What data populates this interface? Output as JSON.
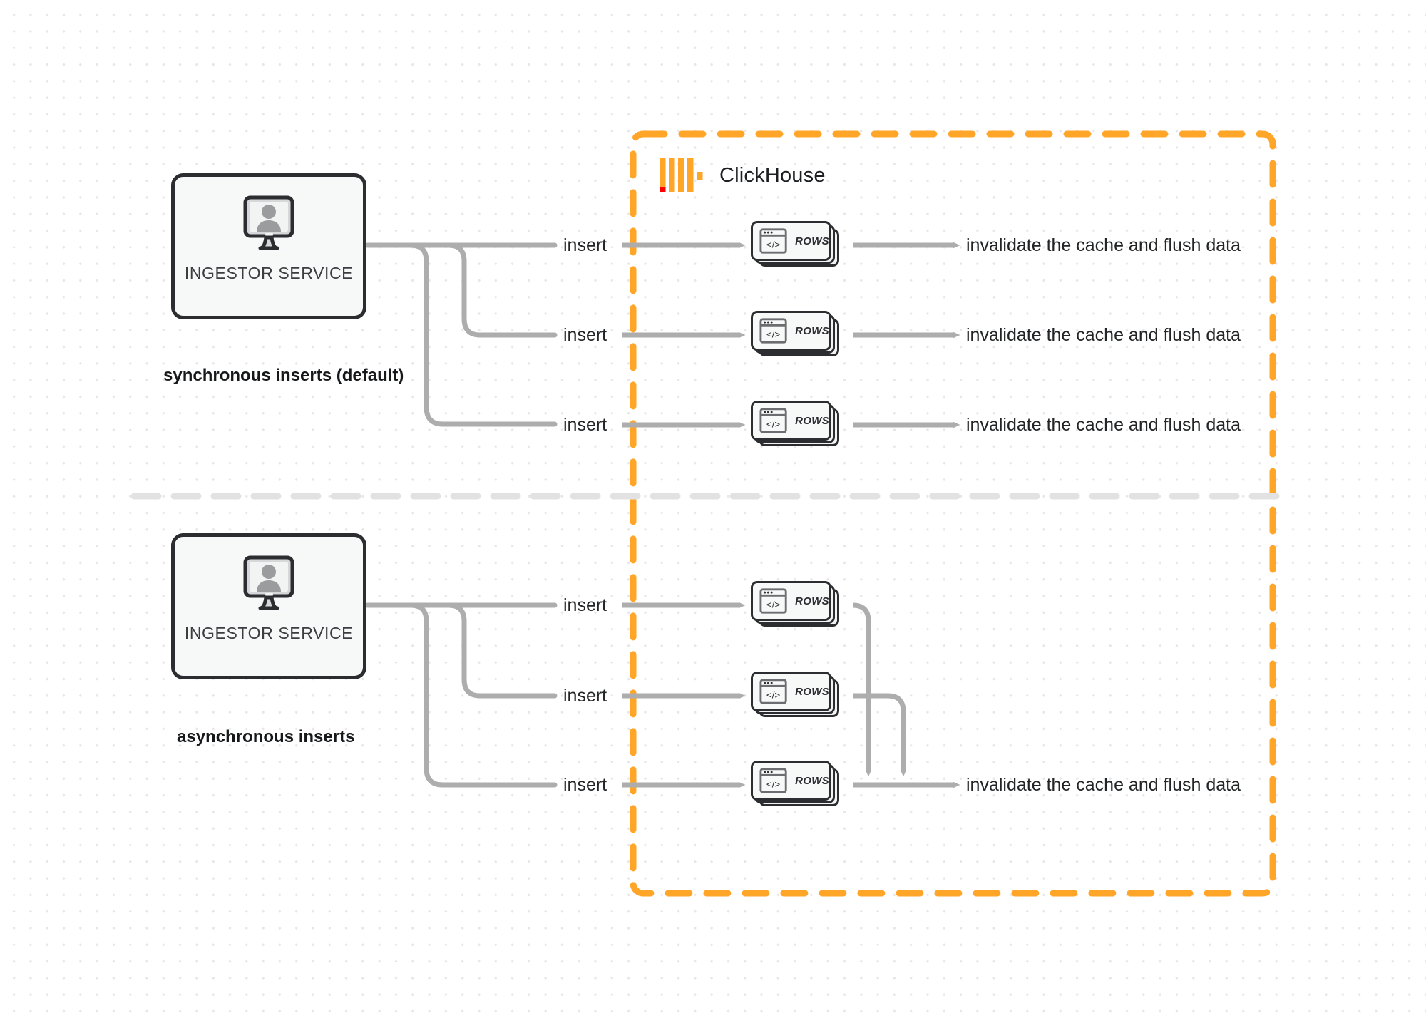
{
  "diagram": {
    "title": "ClickHouse synchronous vs asynchronous inserts",
    "colors": {
      "brand_orange": "#FFA527",
      "brand_red": "#FF0000",
      "connector_gray": "#ADADAD",
      "node_border": "#2b2d30",
      "node_fill": "#f7f8f8",
      "background": "#ffffff",
      "divider": "#e2e2e2"
    }
  },
  "boundary": {
    "name": "ClickHouse",
    "logo_icon": "clickhouse-logo-icon"
  },
  "sections": [
    {
      "id": "sync",
      "caption": "synchronous inserts (default)",
      "service": {
        "label": "INGESTOR SERVICE",
        "icon": "monitor-user-icon"
      },
      "flows": [
        {
          "insert_label": "insert",
          "card_label": "ROWS",
          "outcome_label": "invalidate the cache and flush data"
        },
        {
          "insert_label": "insert",
          "card_label": "ROWS",
          "outcome_label": "invalidate the cache and flush data"
        },
        {
          "insert_label": "insert",
          "card_label": "ROWS",
          "outcome_label": "invalidate the cache and flush data"
        }
      ]
    },
    {
      "id": "async",
      "caption": "asynchronous inserts",
      "service": {
        "label": "INGESTOR SERVICE",
        "icon": "monitor-user-icon"
      },
      "flows": [
        {
          "insert_label": "insert",
          "card_label": "ROWS"
        },
        {
          "insert_label": "insert",
          "card_label": "ROWS"
        },
        {
          "insert_label": "insert",
          "card_label": "ROWS"
        }
      ],
      "outcome_label": "invalidate the cache and flush data"
    }
  ]
}
